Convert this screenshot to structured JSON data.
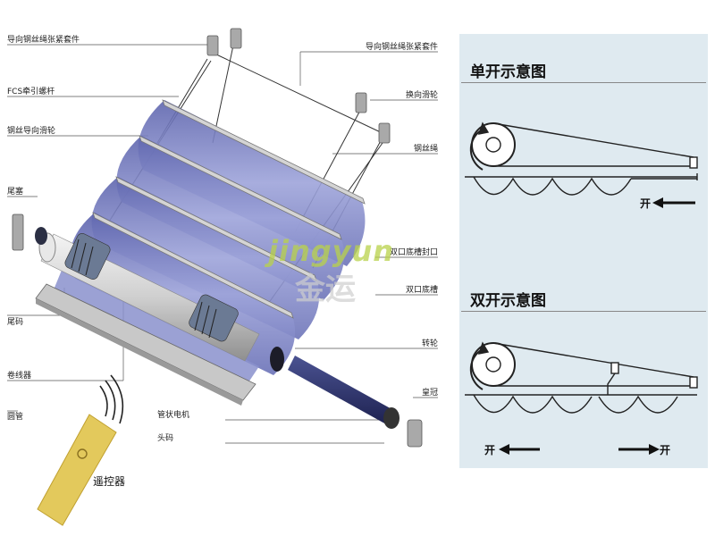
{
  "labels_left": {
    "tension_kit_left": "导向钢丝绳张紧套件",
    "fcs_screw": "FCS牵引螺杆",
    "guide_pulley": "钢丝导向滑轮",
    "end_plug": "尾塞",
    "tail_code": "尾码",
    "winder": "卷线器",
    "round_tube": "圆管"
  },
  "labels_right": {
    "tension_kit_right": "导向钢丝绳张紧套件",
    "direction_pulley": "换向滑轮",
    "wire_rope": "钢丝绳",
    "double_groove_cap": "双口底槽封口",
    "double_groove": "双口底槽",
    "rotating_wheel": "转轮",
    "crown": "皇冠"
  },
  "labels_bottom": {
    "tube_motor": "管状电机",
    "head_code": "头码"
  },
  "remote": {
    "label": "遥控器"
  },
  "watermark": {
    "latin": "jingyun",
    "chinese": "金运"
  },
  "single_open": {
    "title": "单开示意图",
    "direction": "开"
  },
  "double_open": {
    "title": "双开示意图",
    "direction_left": "开",
    "direction_right": "开"
  },
  "colors": {
    "fabric": "#7f86c9",
    "rail": "#b9b9b9",
    "panel_bg": "#dfeaf0",
    "motor": "#2d3466",
    "remote": "#e0c45a",
    "watermark": "#b9d24a"
  }
}
